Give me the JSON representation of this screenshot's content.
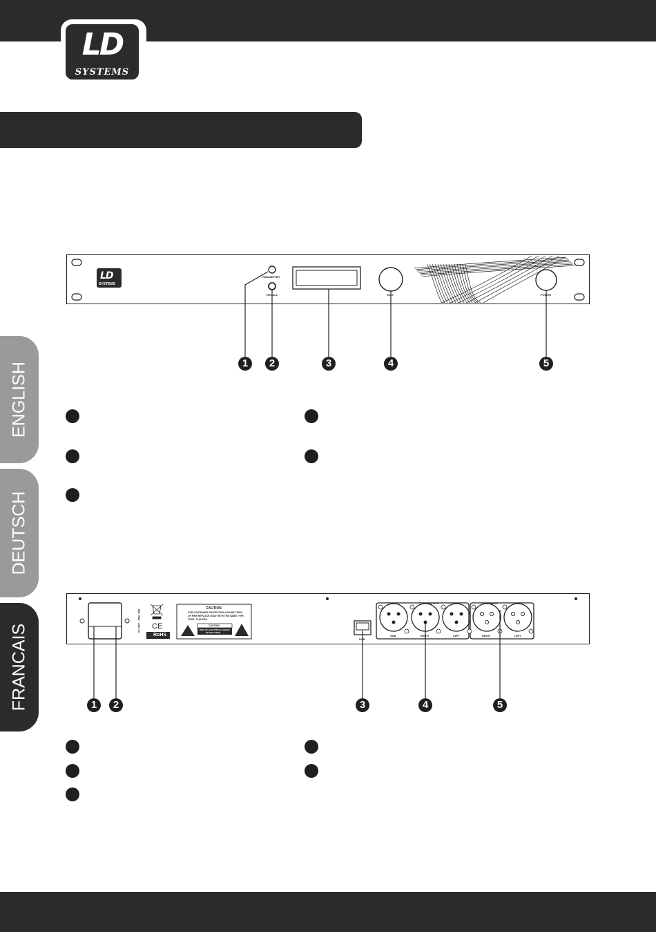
{
  "logo": {
    "line1": "LD",
    "line2": "SYSTEMS"
  },
  "tabs": [
    "ENGLISH",
    "DEUTSCH",
    "FRANCAIS"
  ],
  "front_panel": {
    "brand_line1": "LD",
    "brand_line2": "SYSTEMS",
    "labels": {
      "parameter": "PARAMETER",
      "recall": "RECALL",
      "edit": "EDIT",
      "power": "POWER"
    },
    "callouts": [
      "1",
      "2",
      "3",
      "4",
      "5"
    ]
  },
  "rear_panel": {
    "caution_title": "CAUTION",
    "caution_text1": "FOR CONTINUED PROTECTION AGAINST RISK",
    "caution_text2": "OF FIRE REPLACE ONLY WITH THE SAME TYPE",
    "caution_text3": "FUSE: T1AL250V",
    "caution_box": "CAUTION",
    "caution_sub1": "RISK OF ELECTRICAL SHOCK",
    "caution_sub2": "DO NOT OPEN",
    "rohs": "RoHS",
    "ce": "CE",
    "voltage": "AC 230V ~ 50Hz 15W",
    "usb": "USB",
    "output": "OUTPUT",
    "input": "INPUT",
    "xlr_labels": [
      "SUB",
      "RIGHT",
      "LEFT",
      "RIGHT",
      "LEFT"
    ],
    "callouts": [
      "1",
      "2",
      "3",
      "4",
      "5"
    ]
  }
}
